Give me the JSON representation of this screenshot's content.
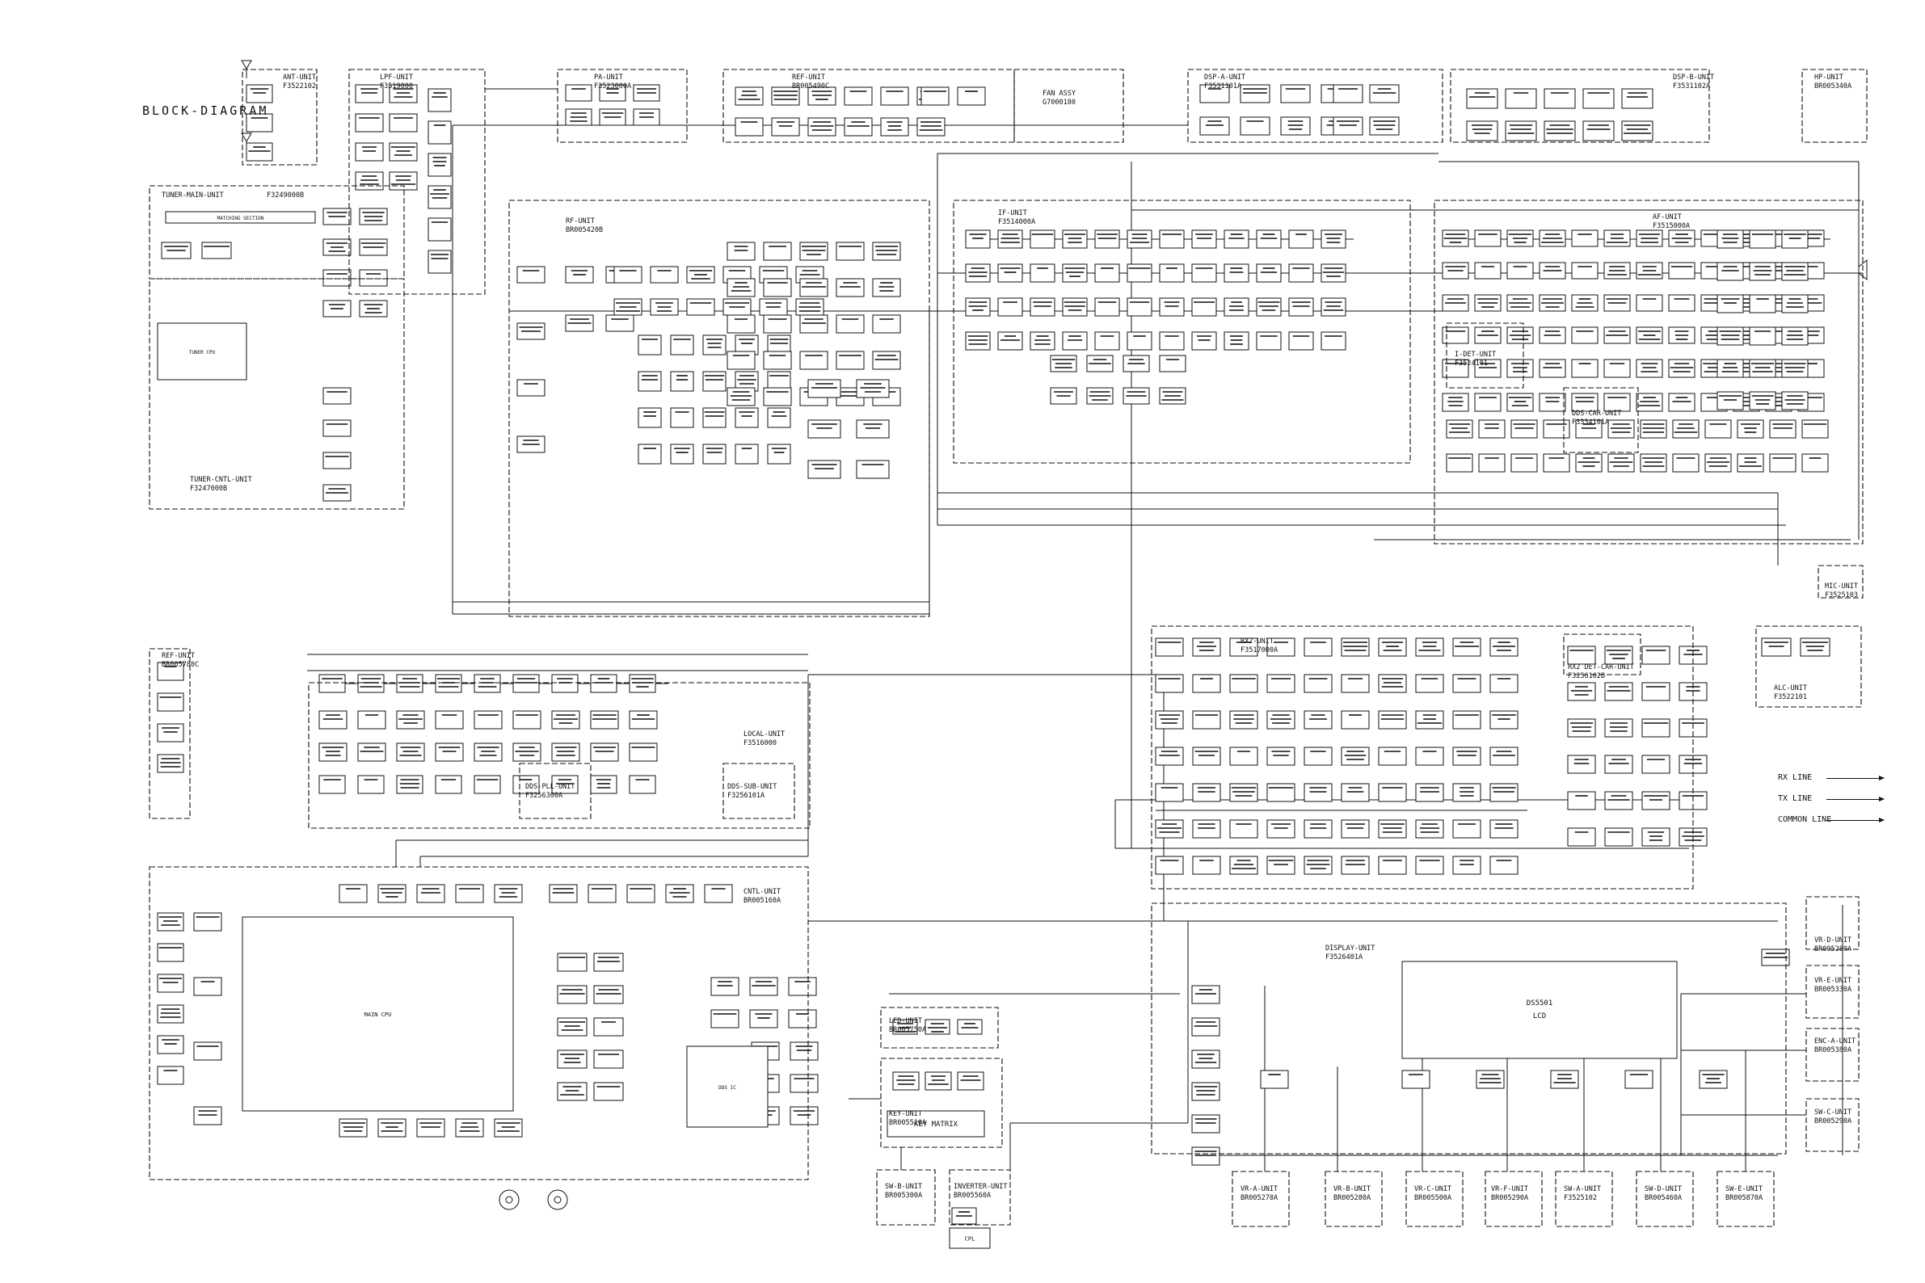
{
  "title": "BLOCK-DIAGRAM",
  "legend": {
    "rx": "RX LINE",
    "tx": "TX LINE",
    "common": "COMMON LINE"
  },
  "colors": {
    "line": "#111111",
    "background": "#ffffff"
  },
  "units": [
    {
      "id": "ant",
      "name": "ANT-UNIT",
      "code": "F3522102"
    },
    {
      "id": "lpf",
      "name": "LPF-UNIT",
      "code": "F3519000"
    },
    {
      "id": "pa",
      "name": "PA-UNIT",
      "code": "F3523000A"
    },
    {
      "id": "ref",
      "name": "REF-UNIT",
      "code": "BR005490C"
    },
    {
      "id": "fan",
      "name": "FAN ASSY",
      "code": "G7000180"
    },
    {
      "id": "dspa",
      "name": "DSP-A-UNIT",
      "code": "F3531101A"
    },
    {
      "id": "dspb",
      "name": "DSP-B-UNIT",
      "code": "F3531102A"
    },
    {
      "id": "hp",
      "name": "HP-UNIT",
      "code": "BR005340A"
    },
    {
      "id": "tunermain",
      "name": "TUNER-MAIN-UNIT",
      "code": "F3249000B"
    },
    {
      "id": "tunercntl",
      "name": "TUNER-CNTL-UNIT",
      "code": "F3247000B"
    },
    {
      "id": "rf",
      "name": "RF-UNIT",
      "code": "BR005420B"
    },
    {
      "id": "if",
      "name": "IF-UNIT",
      "code": "F3514000A"
    },
    {
      "id": "af",
      "name": "AF-UNIT",
      "code": "F3515000A"
    },
    {
      "id": "idet",
      "name": "I-DET-UNIT",
      "code": "F3524101"
    },
    {
      "id": "ddscar",
      "name": "DDS-CAR-UNIT",
      "code": "F3334101A"
    },
    {
      "id": "mic",
      "name": "MIC-UNIT",
      "code": "F3525103"
    },
    {
      "id": "ref2",
      "name": "REF-UNIT",
      "code": "BR005780C"
    },
    {
      "id": "local",
      "name": "LOCAL-UNIT",
      "code": "F3516000"
    },
    {
      "id": "ddspll",
      "name": "DDS-PLL-UNIT",
      "code": "F3256300A"
    },
    {
      "id": "ddssub",
      "name": "DDS-SUB-UNIT",
      "code": "F3256101A"
    },
    {
      "id": "rx2",
      "name": "RX2-UNIT",
      "code": "F3517000A"
    },
    {
      "id": "rx2det",
      "name": "RX2 DET-CAR-UNIT",
      "code": "F3256102B"
    },
    {
      "id": "alc",
      "name": "ALC-UNIT",
      "code": "F3522101"
    },
    {
      "id": "cntl",
      "name": "CNTL-UNIT",
      "code": "BR005160A"
    },
    {
      "id": "display",
      "name": "DISPLAY-UNIT",
      "code": "F3526401A"
    },
    {
      "id": "led",
      "name": "LED-UNIT",
      "code": "BR005750A"
    },
    {
      "id": "key",
      "name": "KEY-UNIT",
      "code": "BR005510A"
    },
    {
      "id": "swb",
      "name": "SW-B-UNIT",
      "code": "BR005300A"
    },
    {
      "id": "inverter",
      "name": "INVERTER-UNIT",
      "code": "BR005560A"
    },
    {
      "id": "vrd",
      "name": "VR-D-UNIT",
      "code": "BR005280A"
    },
    {
      "id": "vre",
      "name": "VR-E-UNIT",
      "code": "BR005330A"
    },
    {
      "id": "enca",
      "name": "ENC-A-UNIT",
      "code": "BR005380A"
    },
    {
      "id": "swc",
      "name": "SW-C-UNIT",
      "code": "BR005290A"
    },
    {
      "id": "vra",
      "name": "VR-A-UNIT",
      "code": "BR005270A"
    },
    {
      "id": "vrb",
      "name": "VR-B-UNIT",
      "code": "BR005280A"
    },
    {
      "id": "vrc",
      "name": "VR-C-UNIT",
      "code": "BR005500A"
    },
    {
      "id": "vrf",
      "name": "VR-F-UNIT",
      "code": "BR005290A"
    },
    {
      "id": "swa",
      "name": "SW-A-UNIT",
      "code": "F3525102"
    },
    {
      "id": "swd",
      "name": "SW-D-UNIT",
      "code": "BR005460A"
    },
    {
      "id": "swe",
      "name": "SW-E-UNIT",
      "code": "BR005870A"
    }
  ],
  "labels": {
    "lcd_id": "DS5501",
    "lcd": "LCD",
    "key_matrix": "KEY MATRIX",
    "matching_section": "MATCHING SECTION",
    "tuner_cpu": "TUNER CPU",
    "main_cpu": "MAIN CPU",
    "dds_ic": "DDS IC",
    "cpl": "CPL"
  }
}
